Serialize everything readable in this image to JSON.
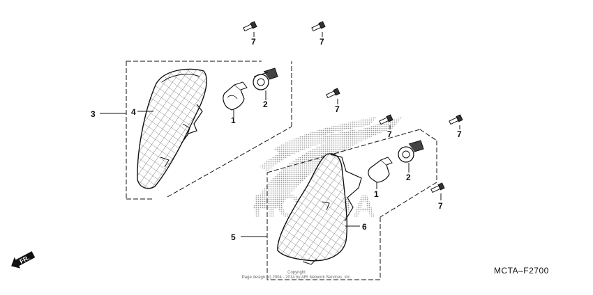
{
  "callouts": {
    "c1_left": "1",
    "c2_left": "2",
    "c3": "3",
    "c4": "4",
    "c1_right": "1",
    "c2_right": "2",
    "c5": "5",
    "c6": "6",
    "c7_a": "7",
    "c7_b": "7",
    "c7_c": "7",
    "c7_d": "7",
    "c7_e": "7",
    "c7_f": "7"
  },
  "direction_label": "FR.",
  "diagram_code": "MCTA–F2700",
  "watermark": {
    "brand": "HONDA",
    "copyright_line1": "Copyright",
    "copyright_line2": "Page design (c) 2004 - 2014 by ARI Network Services, Inc."
  }
}
